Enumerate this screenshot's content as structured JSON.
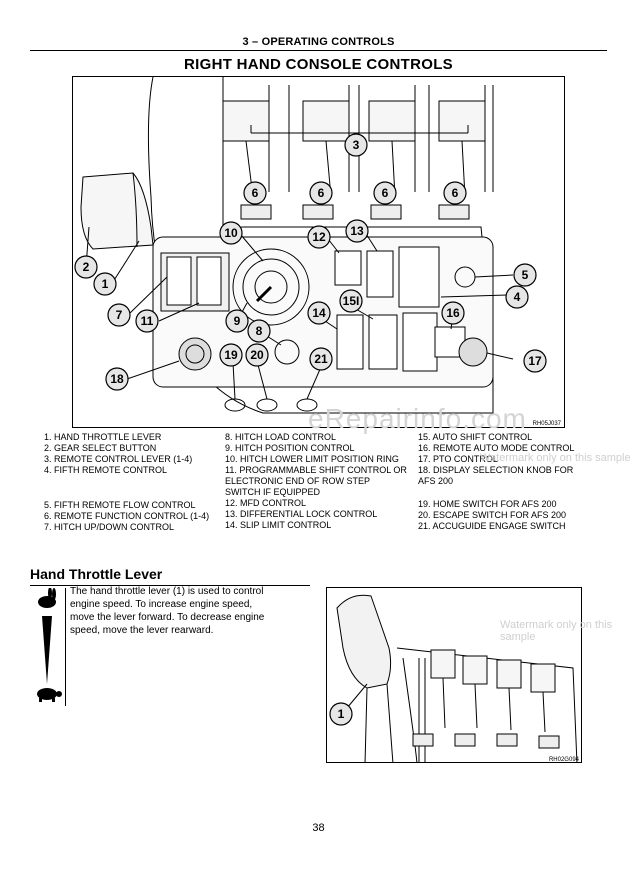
{
  "header": {
    "chapter": "3 – OPERATING CONTROLS"
  },
  "section_title": "RIGHT HAND CONSOLE CONTROLS",
  "figure1": {
    "code": "RH05J037",
    "callouts": [
      "1",
      "2",
      "3",
      "4",
      "5",
      "6",
      "7",
      "8",
      "9",
      "10",
      "11",
      "12",
      "13",
      "14",
      "15I",
      "16",
      "17",
      "18",
      "19",
      "20",
      "21"
    ]
  },
  "legend": {
    "col1": [
      "1.  HAND THROTTLE LEVER",
      "2.  GEAR SELECT BUTTON",
      "3.  REMOTE CONTROL LEVER (1-4)",
      "4.  FIFTH REMOTE CONTROL",
      "5.  FIFTH REMOTE FLOW CONTROL",
      "6.  REMOTE FUNCTION CONTROL (1-4)",
      "7.  HITCH UP/DOWN CONTROL"
    ],
    "col2": [
      "8.  HITCH LOAD CONTROL",
      "9.  HITCH POSITION CONTROL",
      "10. HITCH LOWER LIMIT POSITION RING",
      "11. PROGRAMMABLE SHIFT CONTROL OR",
      "     ELECTRONIC END OF ROW STEP",
      "     SWITCH IF EQUIPPED",
      "12. MFD CONTROL",
      "13. DIFFERENTIAL LOCK CONTROL",
      "14. SLIP LIMIT CONTROL"
    ],
    "col3": [
      "15. AUTO SHIFT CONTROL",
      "16. REMOTE AUTO MODE CONTROL",
      "17. PTO CONTROL",
      "18. DISPLAY SELECTION KNOB FOR",
      "     AFS 200",
      "19. HOME SWITCH FOR AFS 200",
      "20. ESCAPE SWITCH FOR AFS 200",
      "21. ACCUGUIDE ENGAGE SWITCH"
    ]
  },
  "watermark": {
    "main": "eRepairinfo.com",
    "sample": "Watermark only on this sample"
  },
  "subheading": "Hand Throttle Lever",
  "body_lines": [
    "The hand throttle lever (1) is used to control",
    "engine speed. To increase engine speed,",
    "move the lever forward. To decrease engine",
    "speed, move the lever rearward."
  ],
  "figure2": {
    "code": "RH02G094",
    "callout": "1"
  },
  "page_number": "38",
  "colors": {
    "ink": "#000000",
    "callout_fill": "#e6e6e6",
    "panel": "#f2f2f2"
  }
}
